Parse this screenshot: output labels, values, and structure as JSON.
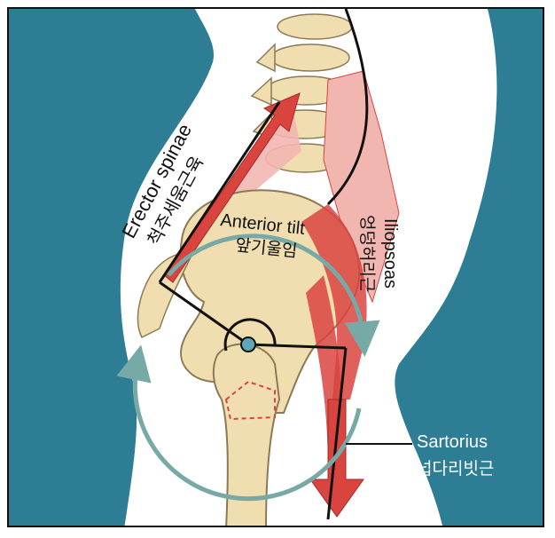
{
  "labels": {
    "erector_en": "Erector spinae",
    "erector_ko": "척주세움근육",
    "tilt_en": "Anterior tilt",
    "tilt_ko": "앞기울임",
    "iliopsoas_en": "Iliopsoas",
    "iliopsoas_ko": "엉덩허리근",
    "sartorius_en": "Sartorius",
    "sartorius_ko": "넙다리빗근"
  },
  "colors": {
    "background_teal": "#2d7d95",
    "body_white": "#ffffff",
    "bone": "#f0ddb0",
    "bone_outline": "#8b7a55",
    "muscle_red": "#d9443f",
    "muscle_pink": "#f2b6b1",
    "rotation_arrow": "#77aaa6",
    "joint_center": "#5fa7b8"
  },
  "icons": {
    "rotation": "curved-arrow-icon",
    "force": "straight-arrow-icon"
  }
}
